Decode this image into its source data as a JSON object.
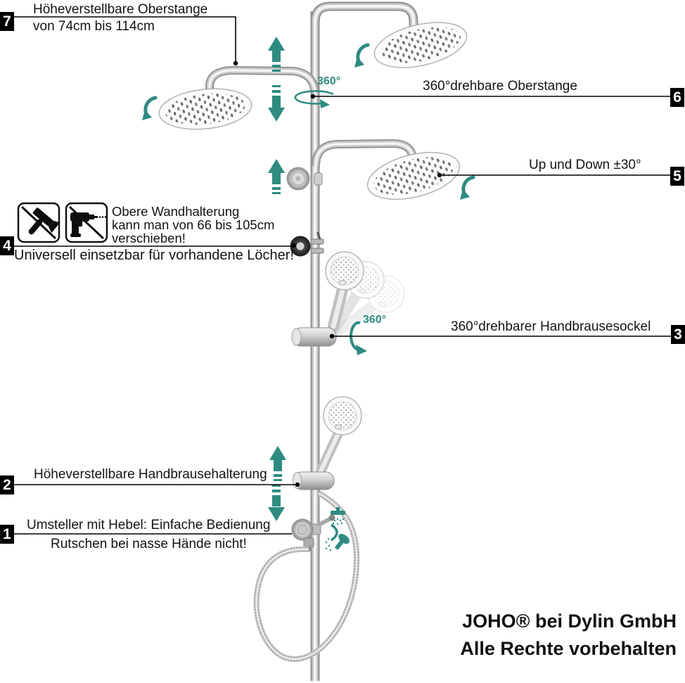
{
  "colors": {
    "teal": "#2e8b82",
    "line": "#000000",
    "badge_bg": "#000000",
    "badge_fg": "#ffffff"
  },
  "callouts": [
    {
      "num": "7",
      "lines": [
        "Höheverstellbare Oberstange",
        "von 74cm bis 114cm"
      ]
    },
    {
      "num": "6",
      "label": "360°drehbare Oberstange"
    },
    {
      "num": "5",
      "label": "Up und Down ±30°"
    },
    {
      "num": "4",
      "note": [
        "Obere Wandhalterung",
        "kann man von 66 bis 105cm",
        "verschieben!"
      ],
      "label": "Universell einsetzbar für vorhandene Löcher!"
    },
    {
      "num": "3",
      "label": "360°drehbarer Handbrausesockel"
    },
    {
      "num": "2",
      "label": "Höheverstellbare Handbrausehalterung"
    },
    {
      "num": "1",
      "lines": [
        "Umsteller mit Hebel: Einfache Bedienung",
        "Rutschen bei nasse Hände nicht!"
      ]
    }
  ],
  "rotation": {
    "top": "360°",
    "socket": "360°"
  },
  "footer": {
    "line1": "JOHO® bei Dylin GmbH",
    "line2": "Alle Rechte vorbehalten"
  },
  "icon_names": {
    "hammer": "no-hammer-icon",
    "drill": "no-drill-icon"
  }
}
